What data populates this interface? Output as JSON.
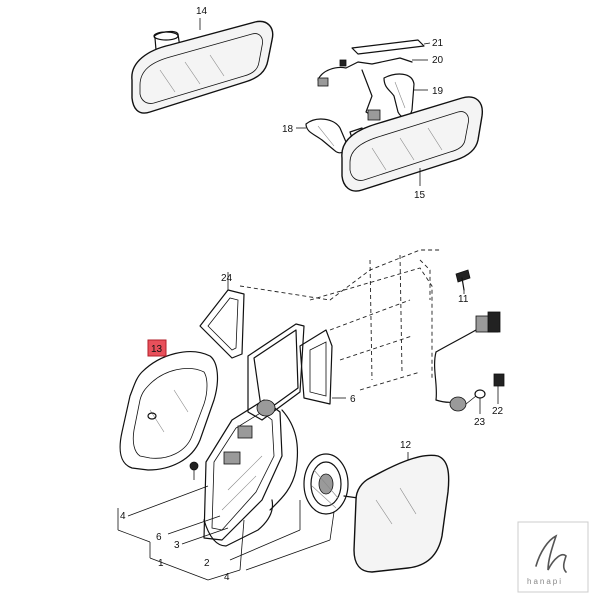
{
  "callouts": {
    "c14": "14",
    "c21": "21",
    "c20": "20",
    "c19": "19",
    "c18": "18",
    "c15": "15",
    "c24": "24",
    "c11": "11",
    "c13": "13",
    "c6": "6",
    "c23": "23",
    "c22": "22",
    "c12": "12",
    "c4a": "4",
    "c6b": "6",
    "c3": "3",
    "c1": "1",
    "c2": "2",
    "c4b": "4"
  },
  "highlight": {
    "part": "13",
    "color": "#e8505b"
  },
  "watermark": {
    "brand": "hanapi"
  }
}
